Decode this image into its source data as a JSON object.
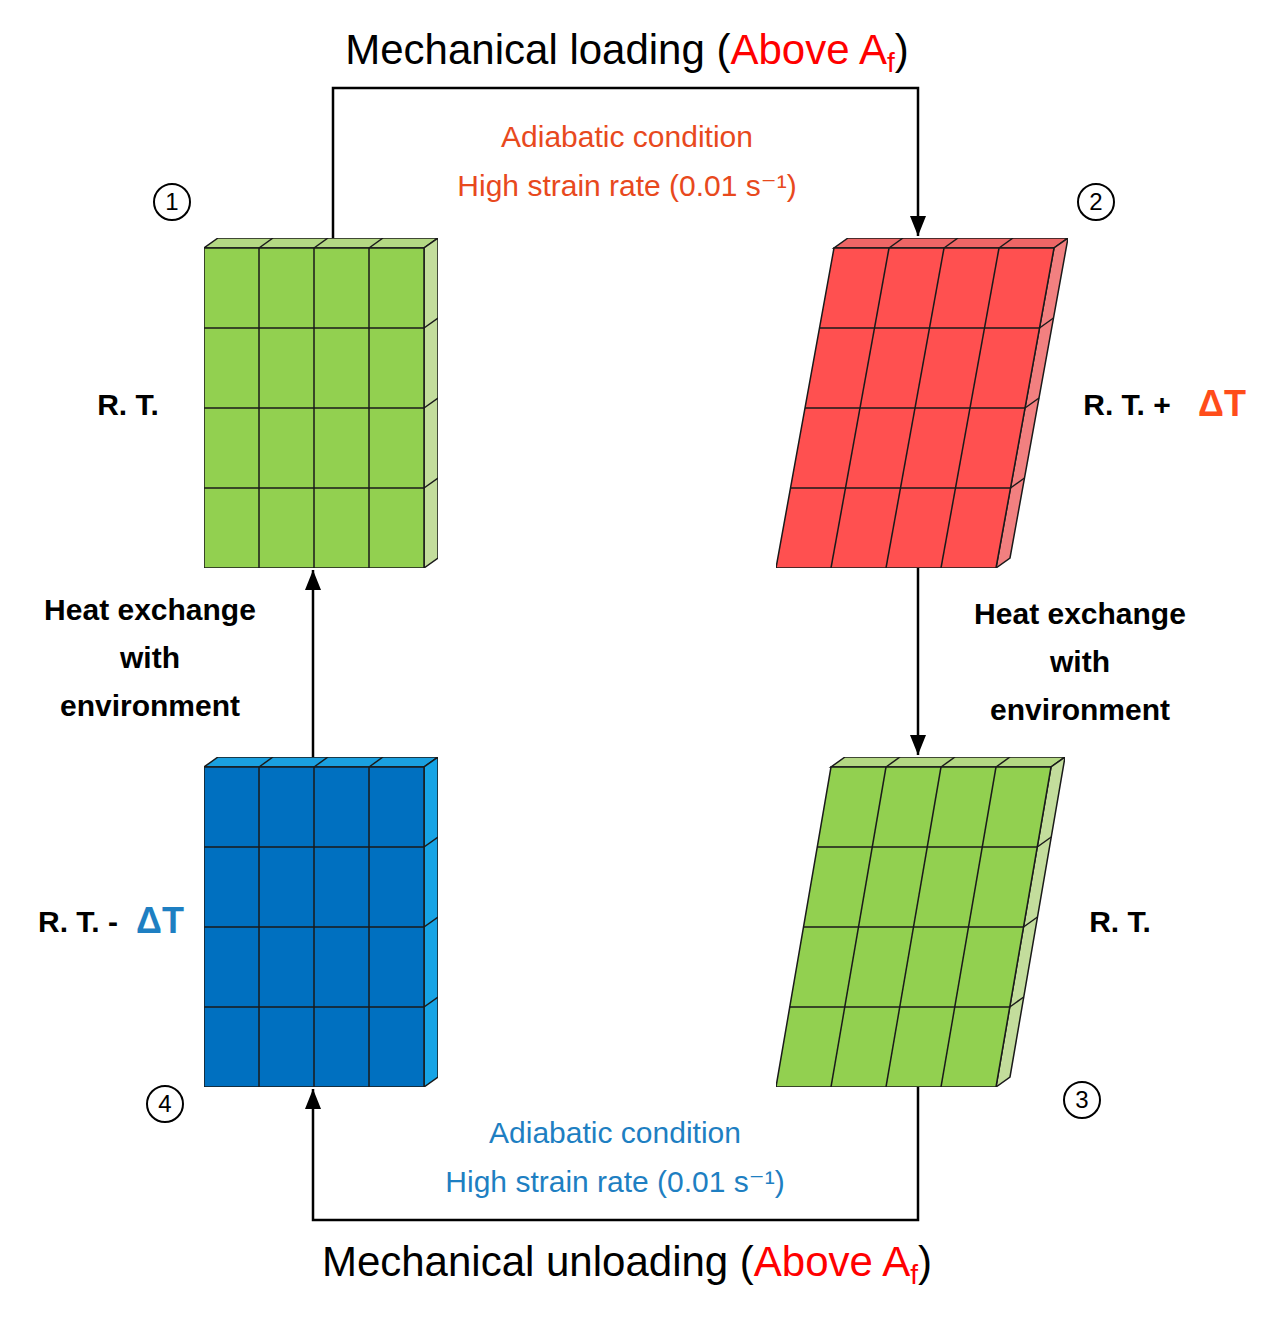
{
  "diagram": {
    "nodes": [
      {
        "text": [
          "1",
          "R. T."
        ]
      },
      {
        "text": [
          "2",
          "R. T. +",
          "ΔT"
        ]
      },
      {
        "text": [
          "3",
          "R. T."
        ]
      },
      {
        "text": [
          "4",
          "R. T. -",
          "ΔT"
        ]
      }
    ],
    "edges": [
      {
        "from": 0,
        "to": 1,
        "arrow": "to",
        "label": "Adiabatic condition"
      },
      {
        "from": 1,
        "to": 2,
        "arrow": "to",
        "label": "Heat exchange with environment"
      },
      {
        "from": 2,
        "to": 3,
        "arrow": "to",
        "label": "Adiabatic condition"
      },
      {
        "from": 3,
        "to": 0,
        "arrow": "to",
        "label": "Heat exchange with environment"
      }
    ],
    "labels": [
      "Mechanical loading (",
      "Above A",
      "f",
      ")",
      "High strain rate (0.01 s⁻¹)",
      "High strain rate (0.01 s⁻¹)",
      "Mechanical unloading (",
      "Above A",
      "f",
      ")"
    ]
  }
}
